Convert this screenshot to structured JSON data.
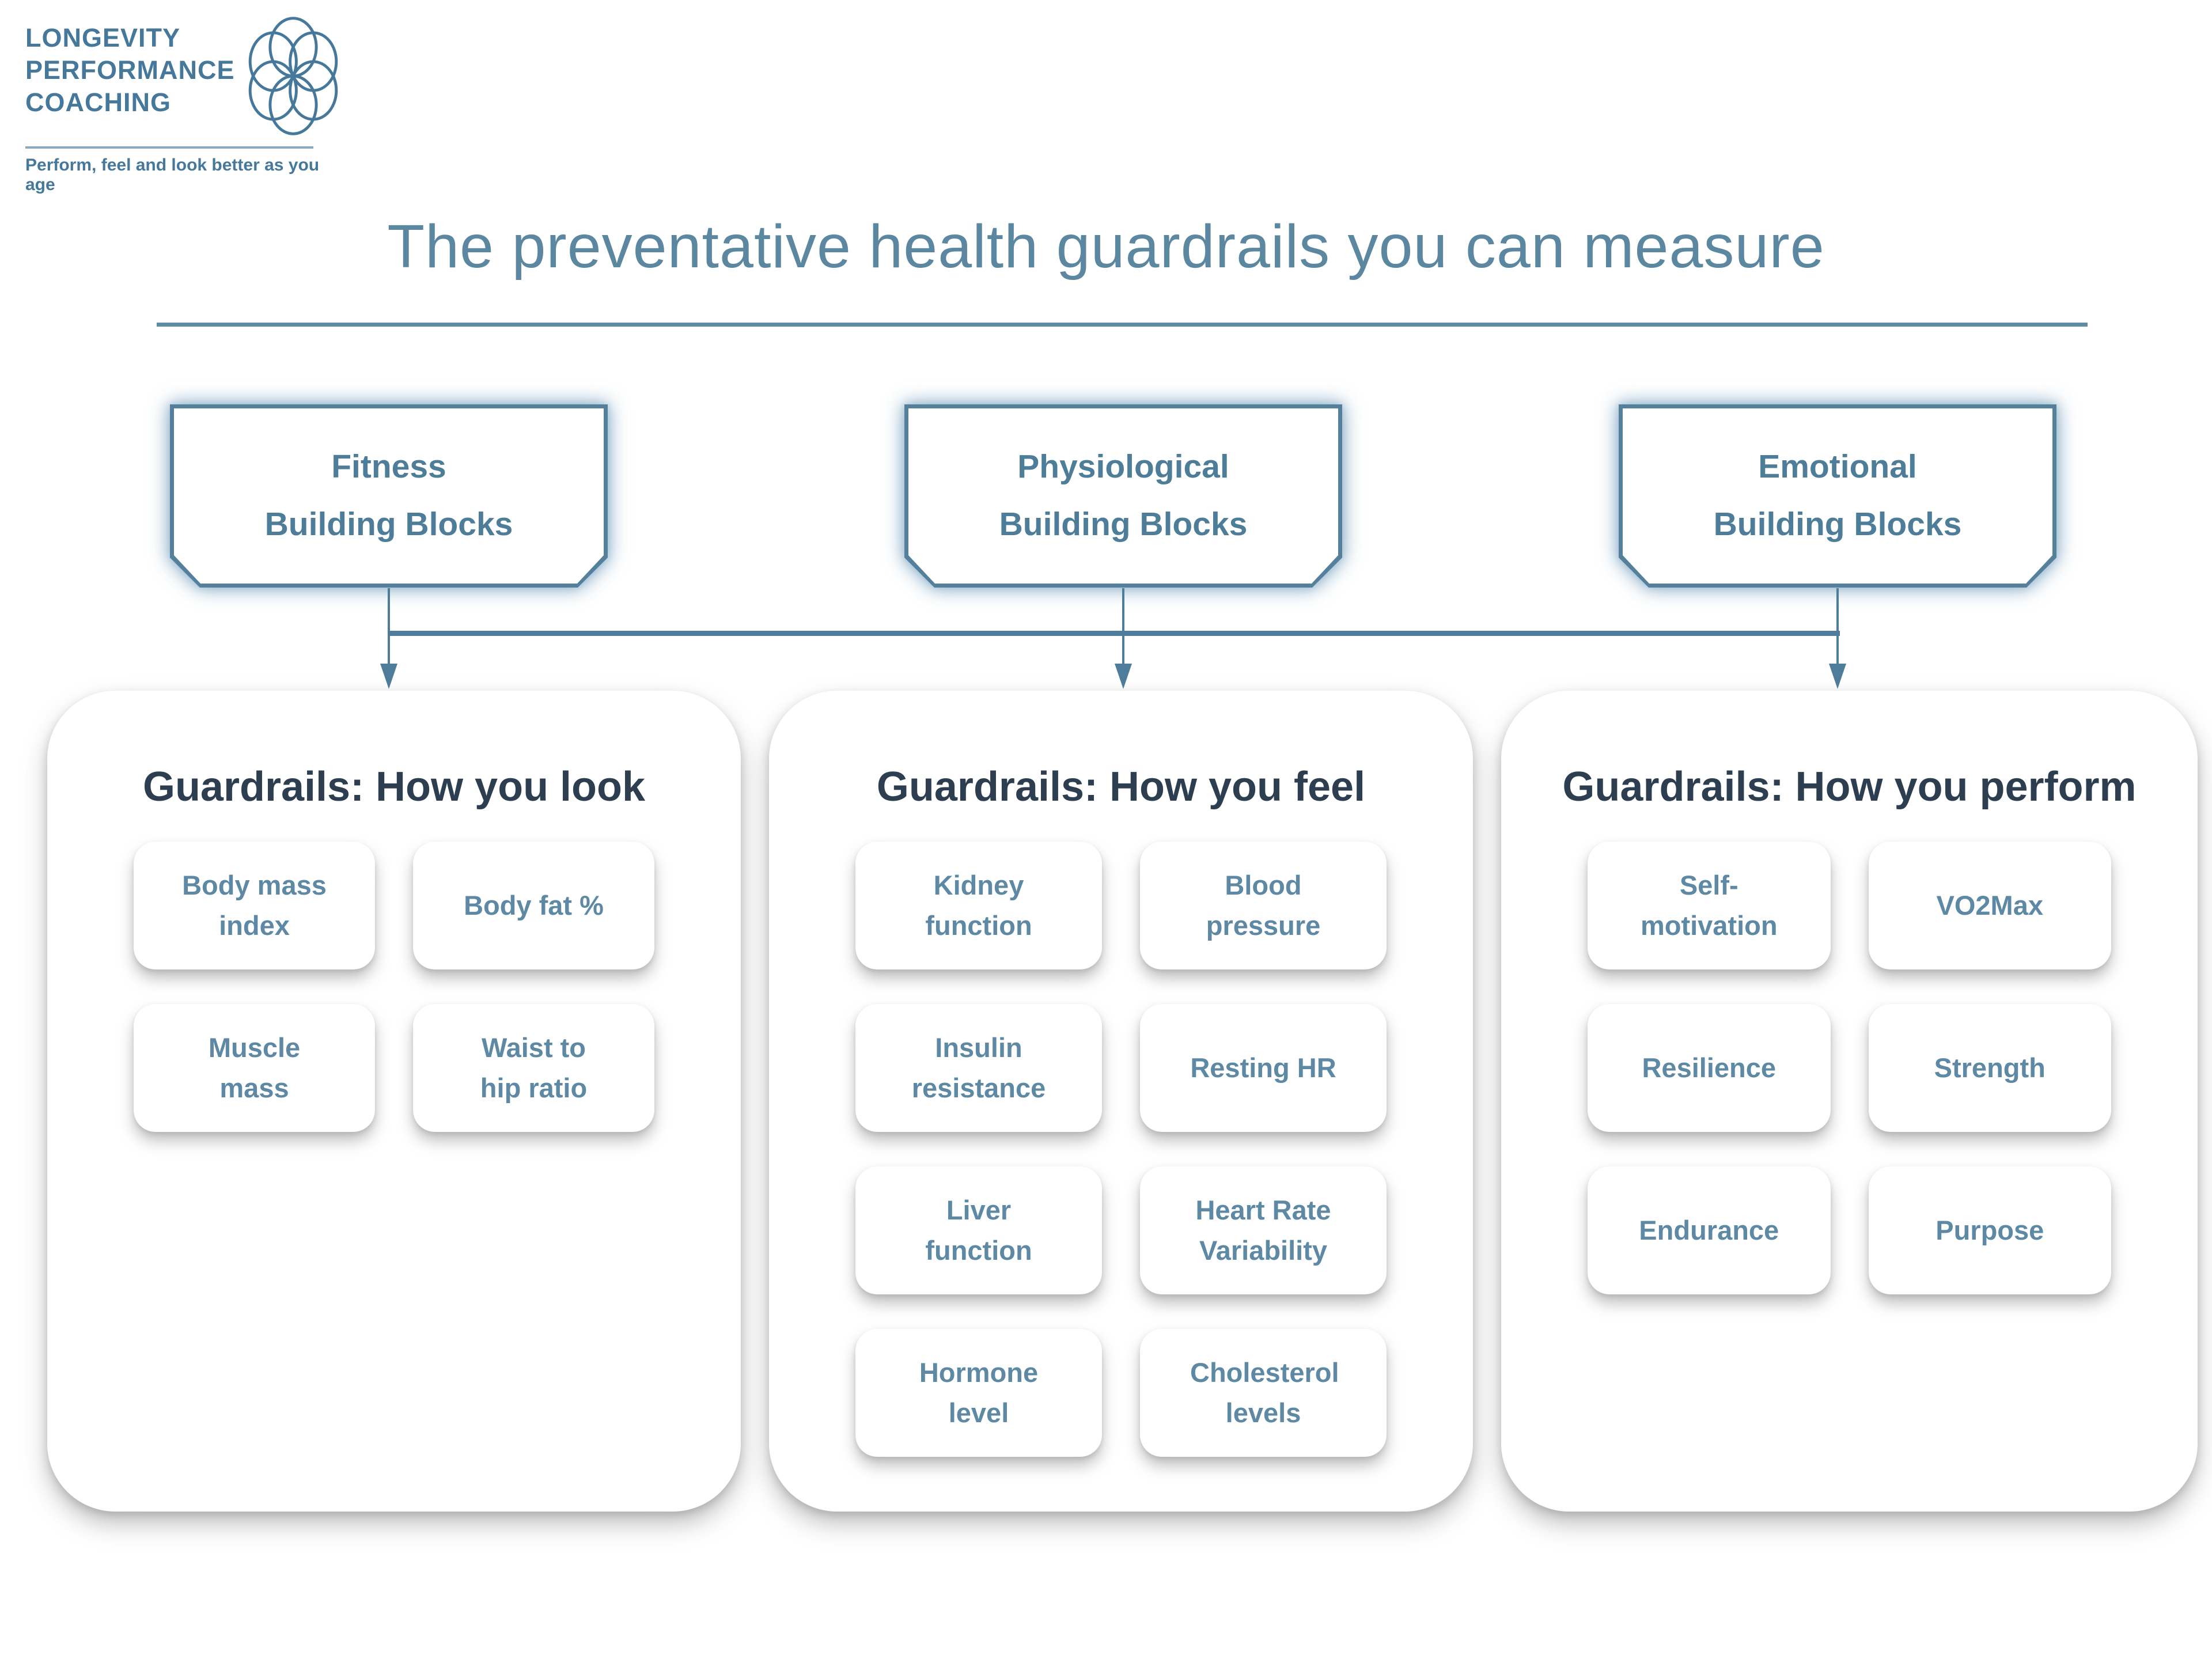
{
  "logo": {
    "lines": [
      "LONGEVITY",
      "PERFORMANCE",
      "COACHING"
    ],
    "tagline": "Perform, feel and look better as you age"
  },
  "title": "The preventative health guardrails you can measure",
  "building_blocks": [
    {
      "line1": "Fitness",
      "line2": "Building Blocks"
    },
    {
      "line1": "Physiological",
      "line2": "Building Blocks"
    },
    {
      "line1": "Emotional",
      "line2": "Building Blocks"
    }
  ],
  "guardrails": [
    {
      "heading": "Guardrails: How you look",
      "items": [
        "Body mass index",
        "Body fat %",
        "Muscle mass",
        "Waist to hip ratio"
      ]
    },
    {
      "heading": "Guardrails: How you feel",
      "items": [
        "Kidney function",
        "Blood pressure",
        "Insulin resistance",
        "Resting HR",
        "Liver function",
        "Heart Rate Variability",
        "Hormone level",
        "Cholesterol levels"
      ]
    },
    {
      "heading": "Guardrails: How you perform",
      "items": [
        "Self-motivation",
        "VO2Max",
        "Resilience",
        "Strength",
        "Endurance",
        "Purpose"
      ]
    }
  ],
  "colors": {
    "accent": "#54809b",
    "line": "#4e7d9b",
    "title_text": "#5b87a0",
    "heading_text": "#2c3e50",
    "chip_text": "#5e89a4",
    "hex_text": "#4d7d98",
    "logo_blue": "#45789a"
  }
}
